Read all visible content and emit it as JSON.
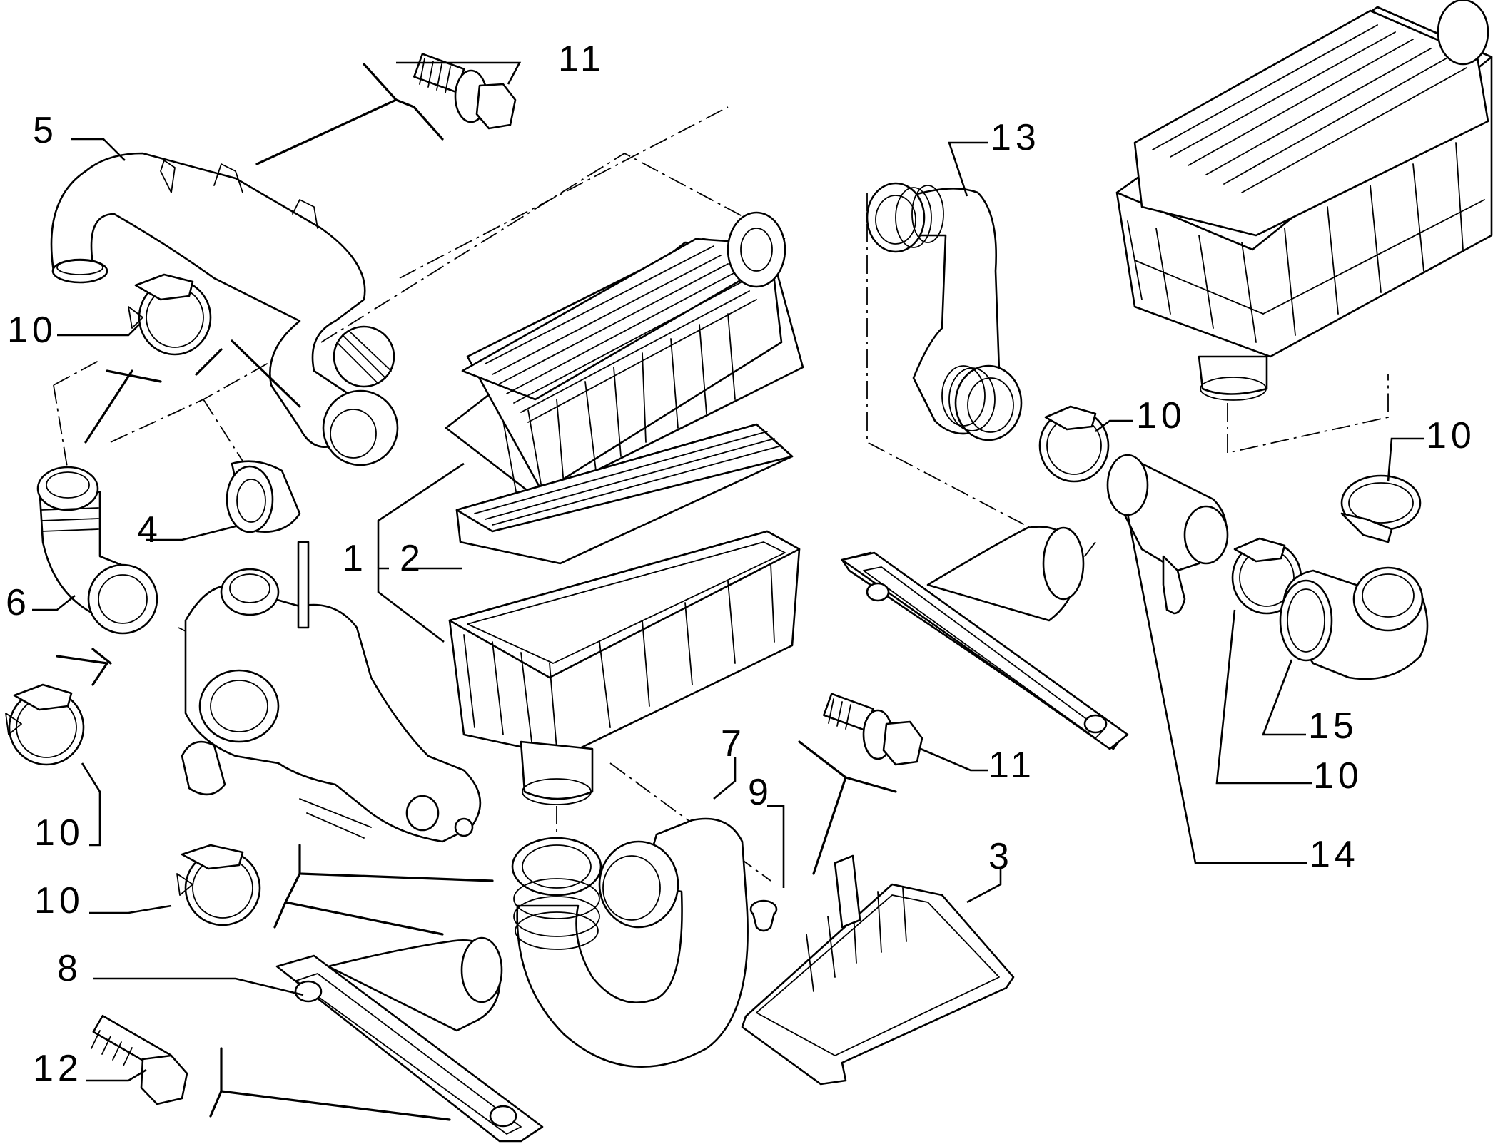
{
  "diagram": {
    "callouts": [
      {
        "id": "c-1a",
        "text": "1"
      },
      {
        "id": "c-2",
        "text": "2"
      },
      {
        "id": "c-3",
        "text": "3"
      },
      {
        "id": "c-4",
        "text": "4"
      },
      {
        "id": "c-5",
        "text": "5"
      },
      {
        "id": "c-6",
        "text": "6"
      },
      {
        "id": "c-7",
        "text": "7"
      },
      {
        "id": "c-8",
        "text": "8"
      },
      {
        "id": "c-9",
        "text": "9"
      },
      {
        "id": "c-10a",
        "text": "10"
      },
      {
        "id": "c-10b",
        "text": "10"
      },
      {
        "id": "c-10c",
        "text": "10"
      },
      {
        "id": "c-10d",
        "text": "10"
      },
      {
        "id": "c-10e",
        "text": "10"
      },
      {
        "id": "c-10f",
        "text": "10"
      },
      {
        "id": "c-11a",
        "text": "11"
      },
      {
        "id": "c-11b",
        "text": "11"
      },
      {
        "id": "c-12",
        "text": "12"
      },
      {
        "id": "c-13",
        "text": "13"
      },
      {
        "id": "c-14",
        "text": "14"
      },
      {
        "id": "c-15",
        "text": "15"
      }
    ]
  }
}
